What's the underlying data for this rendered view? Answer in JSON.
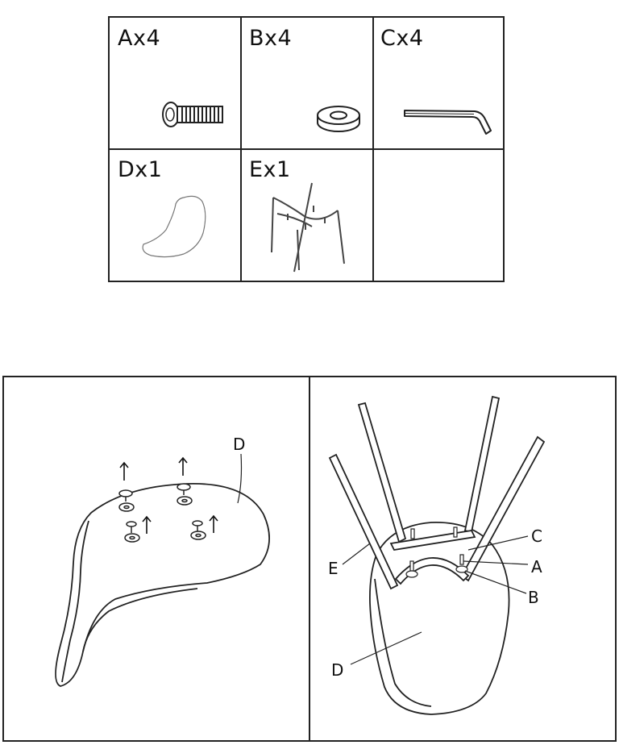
{
  "parts": [
    {
      "id": "A",
      "label": "Ax4",
      "icon": "screw-icon"
    },
    {
      "id": "B",
      "label": "Bx4",
      "icon": "washer-icon"
    },
    {
      "id": "C",
      "label": "Cx4",
      "icon": "allen-key-icon"
    },
    {
      "id": "D",
      "label": "Dx1",
      "icon": "seat-shell-icon"
    },
    {
      "id": "E",
      "label": "Ex1",
      "icon": "leg-frame-icon"
    }
  ],
  "step1": {
    "labels": {
      "d": "D"
    }
  },
  "step2": {
    "labels": {
      "c": "C",
      "a": "A",
      "b": "B",
      "e": "E",
      "d": "D"
    }
  }
}
